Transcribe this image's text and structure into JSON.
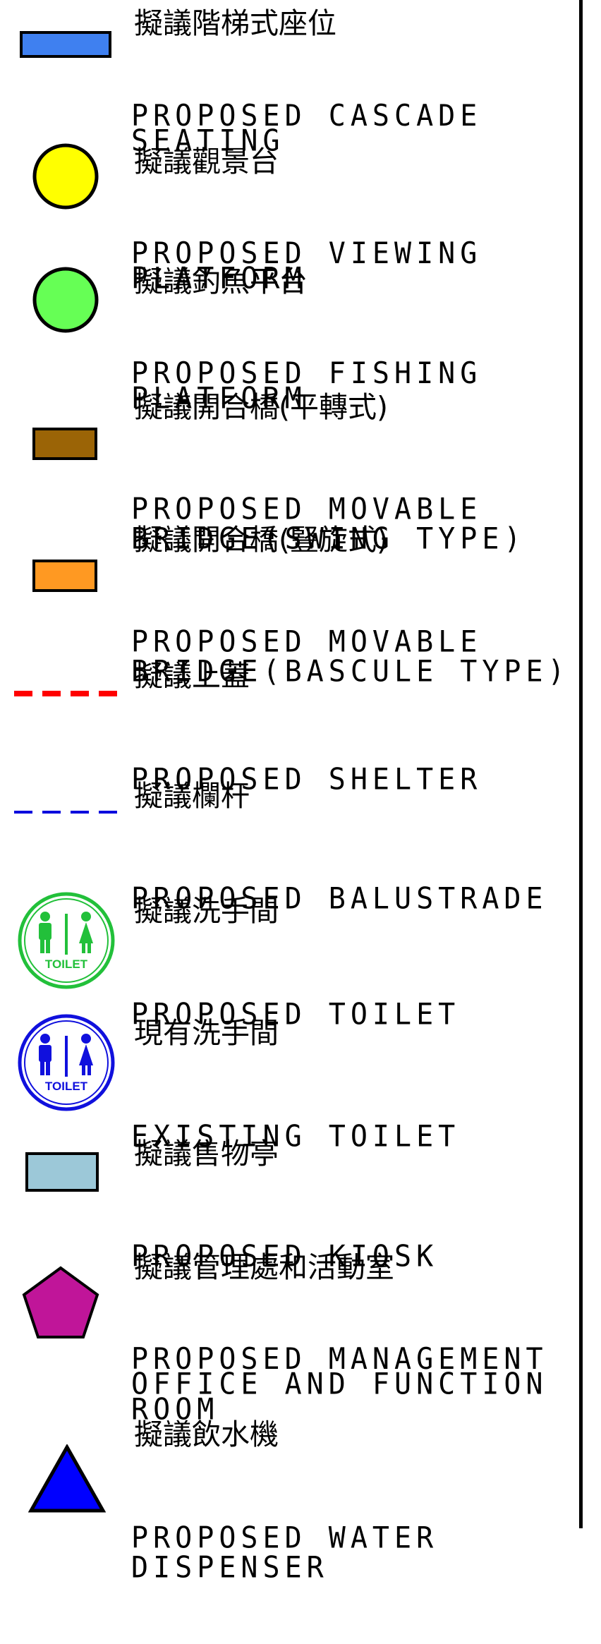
{
  "legend": {
    "items": [
      {
        "zh": "擬議階梯式座位",
        "en": [
          "PROPOSED CASCADE",
          "SEATING"
        ],
        "symbol": "blue-rect",
        "color": "#3f80f0"
      },
      {
        "zh": "擬議觀景台",
        "en": [
          "PROPOSED VIEWING",
          "PLATFORM"
        ],
        "symbol": "yellow-circle",
        "color": "#ffff00"
      },
      {
        "zh": "擬議釣魚平台",
        "en": [
          "PROPOSED FISHING",
          "PLATFORM"
        ],
        "symbol": "green-circle",
        "color": "#66ff55"
      },
      {
        "zh": "擬議開合橋(平轉式)",
        "en": [
          "PROPOSED MOVABLE",
          "BRIDGE(SWING TYPE)"
        ],
        "symbol": "brown-rect",
        "color": "#9b6406"
      },
      {
        "zh": "擬議開合橋(豎旋式)",
        "en": [
          "PROPOSED MOVABLE",
          "BRIDGE(BASCULE TYPE)"
        ],
        "symbol": "orange-rect",
        "color": "#ff9922"
      },
      {
        "zh": "擬議上蓋",
        "en": [
          "PROPOSED SHELTER"
        ],
        "symbol": "red-dashed-line",
        "color": "#ff0000"
      },
      {
        "zh": "擬議欄杆",
        "en": [
          "PROPOSED BALUSTRADE"
        ],
        "symbol": "blue-dashed-line",
        "color": "#0000dd"
      },
      {
        "zh": "擬議洗手間",
        "en": [
          "PROPOSED TOILET"
        ],
        "symbol": "green-toilet-icon",
        "color": "#22c03a",
        "icon_text": "TOILET"
      },
      {
        "zh": "現有洗手間",
        "en": [
          "EXISTING TOILET"
        ],
        "symbol": "blue-toilet-icon",
        "color": "#1010dd",
        "icon_text": "TOILET"
      },
      {
        "zh": "擬議售物亭",
        "en": [
          "PROPOSED KIOSK"
        ],
        "symbol": "lightblue-rect",
        "color": "#9cc8d8"
      },
      {
        "zh": "擬議管理處和活動室",
        "en": [
          "PROPOSED MANAGEMENT",
          "OFFICE AND FUNCTION",
          "ROOM"
        ],
        "symbol": "magenta-pentagon",
        "color": "#c01599"
      },
      {
        "zh": "擬議飲水機",
        "en": [
          "PROPOSED WATER",
          "DISPENSER"
        ],
        "symbol": "blue-triangle",
        "color": "#0000ff"
      }
    ]
  }
}
